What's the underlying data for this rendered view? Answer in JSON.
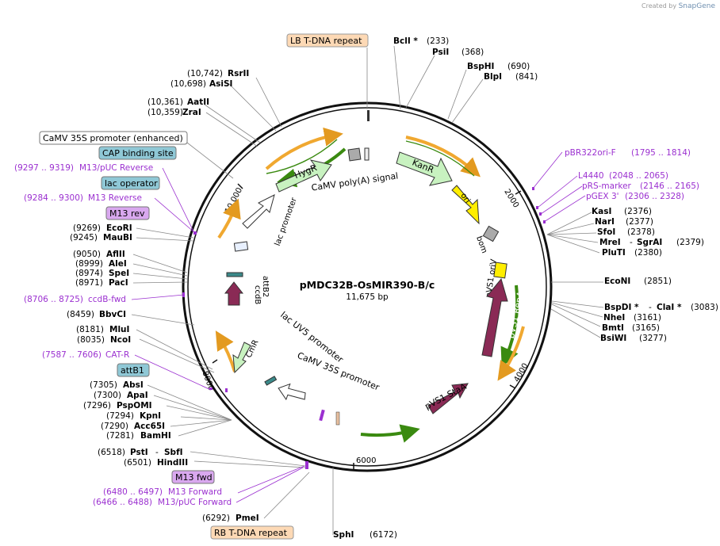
{
  "credit": {
    "prefix": "Created by",
    "brand": "SnapGene"
  },
  "plasmid": {
    "name": "pMDC32B-OsMIR390-B/c",
    "size": "11,675 bp"
  },
  "colors": {
    "ring": "#111111",
    "orange": "#f0a830",
    "green": "#4aa018",
    "feature_green": "#c8f2c0",
    "white_feature": "#ffffff",
    "yellow": "#ffee00",
    "maroon": "#8a2a55",
    "gray": "#aaaaaa",
    "primer": "#9b30d0",
    "orange_box": "#fdd9b5",
    "teal_box": "#8fc8d6",
    "purple_box": "#d9a8ef"
  },
  "ticks": [
    "2000",
    "4000",
    "6000",
    "8000",
    "10,000"
  ],
  "features": [
    {
      "label": "HygR"
    },
    {
      "label": "KanR"
    },
    {
      "label": "ori"
    },
    {
      "label": "bom"
    },
    {
      "label": "pVS1 oriV"
    },
    {
      "label": "pVS1 RepA"
    },
    {
      "label": "pVS1 StaA"
    },
    {
      "label": "CaMV poly(A) signal"
    },
    {
      "label": "lac promoter"
    },
    {
      "label": "attB2"
    },
    {
      "label": "ccdB"
    },
    {
      "label": "CmR"
    },
    {
      "label": "lac UV5 promoter"
    },
    {
      "label": "CaMV 35S promoter"
    }
  ],
  "sites": [
    {
      "name": "BclI *",
      "pos": "(233)"
    },
    {
      "name": "PsiI",
      "pos": "(368)"
    },
    {
      "name": "BspHI",
      "pos": "(690)"
    },
    {
      "name": "BlpI",
      "pos": "(841)"
    },
    {
      "name": "KasI",
      "pos": "(2376)"
    },
    {
      "name": "NarI",
      "pos": "(2377)"
    },
    {
      "name": "SfoI",
      "pos": "(2378)"
    },
    {
      "name": "MreI",
      "sep": "-",
      "name2": "SgrAI",
      "pos": "(2379)"
    },
    {
      "name": "PluTI",
      "pos": "(2380)"
    },
    {
      "name": "EcoNI",
      "pos": "(2851)"
    },
    {
      "name": "BspDI *",
      "sep": "-",
      "name2": "ClaI *",
      "pos": "(3083)"
    },
    {
      "name": "NheI",
      "pos": "(3161)"
    },
    {
      "name": "BmtI",
      "pos": "(3165)"
    },
    {
      "name": "BsiWI",
      "pos": "(3277)"
    },
    {
      "name": "SphI",
      "pos": "(6172)"
    },
    {
      "name": "PmeI",
      "pos": "(6292)"
    },
    {
      "name": "HindIII",
      "pos": "(6501)"
    },
    {
      "name": "PstI",
      "sep": "-",
      "name2": "SbfI",
      "pos": "(6518)"
    },
    {
      "name": "BamHI",
      "pos": "(7281)"
    },
    {
      "name": "Acc65I",
      "pos": "(7290)"
    },
    {
      "name": "KpnI",
      "pos": "(7294)"
    },
    {
      "name": "PspOMI",
      "pos": "(7296)"
    },
    {
      "name": "ApaI",
      "pos": "(7300)"
    },
    {
      "name": "AbsI",
      "pos": "(7305)"
    },
    {
      "name": "NcoI",
      "pos": "(8035)"
    },
    {
      "name": "MluI",
      "pos": "(8181)"
    },
    {
      "name": "BbvCI",
      "pos": "(8459)"
    },
    {
      "name": "PacI",
      "pos": "(8971)"
    },
    {
      "name": "SpeI",
      "pos": "(8974)"
    },
    {
      "name": "AleI",
      "pos": "(8999)"
    },
    {
      "name": "AflII",
      "pos": "(9050)"
    },
    {
      "name": "MauBI",
      "pos": "(9245)"
    },
    {
      "name": "EcoRI",
      "pos": "(9269)"
    },
    {
      "name": "ZraI",
      "pos": "(10,359)"
    },
    {
      "name": "AatII",
      "pos": "(10,361)"
    },
    {
      "name": "AsiSI",
      "pos": "(10,698)"
    },
    {
      "name": "RsrII",
      "pos": "(10,742)"
    }
  ],
  "primers": [
    {
      "name": "pBR322ori-F",
      "range": "(1795 .. 1814)"
    },
    {
      "name": "L4440",
      "range": "(2048 .. 2065)"
    },
    {
      "name": "pRS-marker",
      "range": "(2146 .. 2165)"
    },
    {
      "name": "pGEX 3'",
      "range": "(2306 .. 2328)"
    },
    {
      "name": "M13 Forward",
      "range": "(6480 .. 6497)"
    },
    {
      "name": "M13/pUC Forward",
      "range": "(6466 .. 6488)"
    },
    {
      "name": "CAT-R",
      "range": "(7587 .. 7606)"
    },
    {
      "name": "ccdB-fwd",
      "range": "(8706 .. 8725)"
    },
    {
      "name": "M13 Reverse",
      "range": "(9284 .. 9300)"
    },
    {
      "name": "M13/pUC Reverse",
      "range": "(9297 .. 9319)"
    }
  ],
  "boxes": [
    {
      "label": "LB T-DNA repeat"
    },
    {
      "label": "RB T-DNA repeat"
    },
    {
      "label": "CaMV 35S promoter (enhanced)"
    },
    {
      "label": "CAP binding site"
    },
    {
      "label": "lac operator"
    },
    {
      "label": "M13 rev"
    },
    {
      "label": "attB1"
    },
    {
      "label": "M13 fwd"
    }
  ]
}
